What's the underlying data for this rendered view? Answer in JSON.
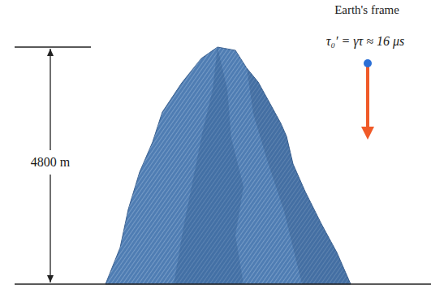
{
  "diagram": {
    "labels": [
      "Earth's frame",
      "τ₀′ = γτ ≈ 16 μs",
      "4800 m"
    ]
  }
}
